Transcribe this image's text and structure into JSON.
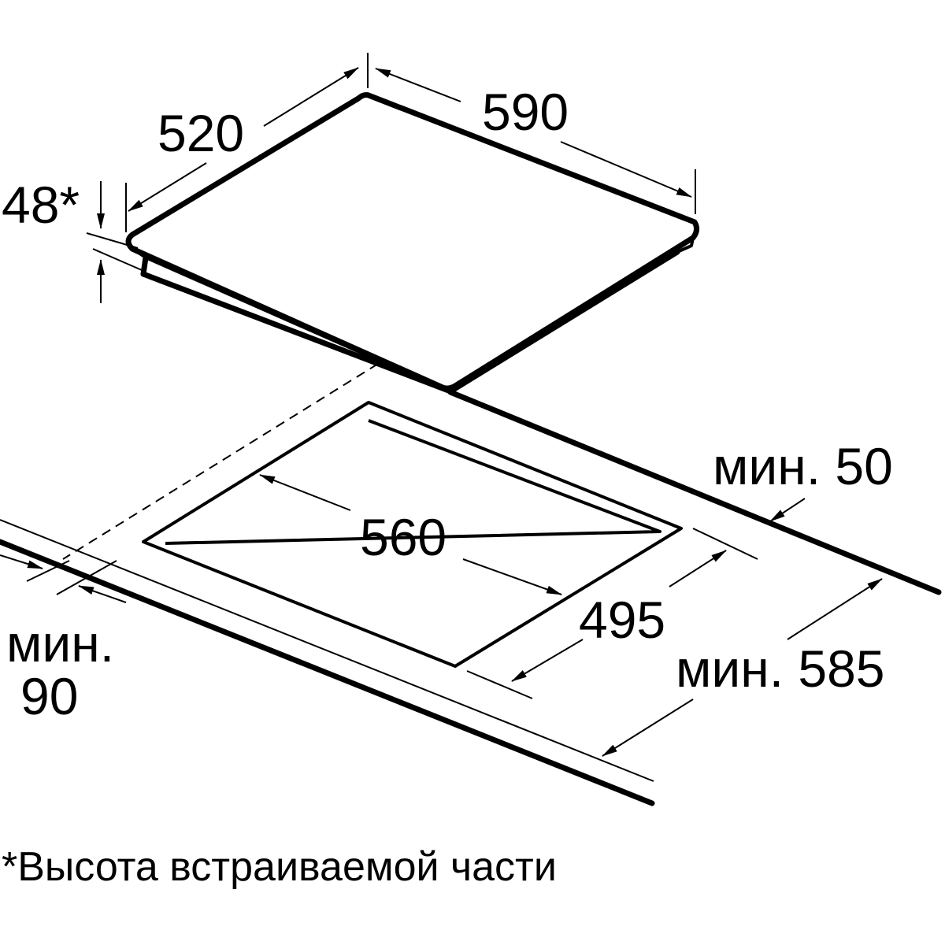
{
  "dimensions": {
    "hob_depth": "520",
    "hob_width": "590",
    "embed_height": "48*",
    "cutout_width": "560",
    "cutout_depth": "495",
    "min_wall_gap": "мин. 50",
    "min_countertop_depth": "мин. 585",
    "min_front_gap_line1": "мин.",
    "min_front_gap_line2": "90"
  },
  "footnote": "*Высота встраиваемой части"
}
